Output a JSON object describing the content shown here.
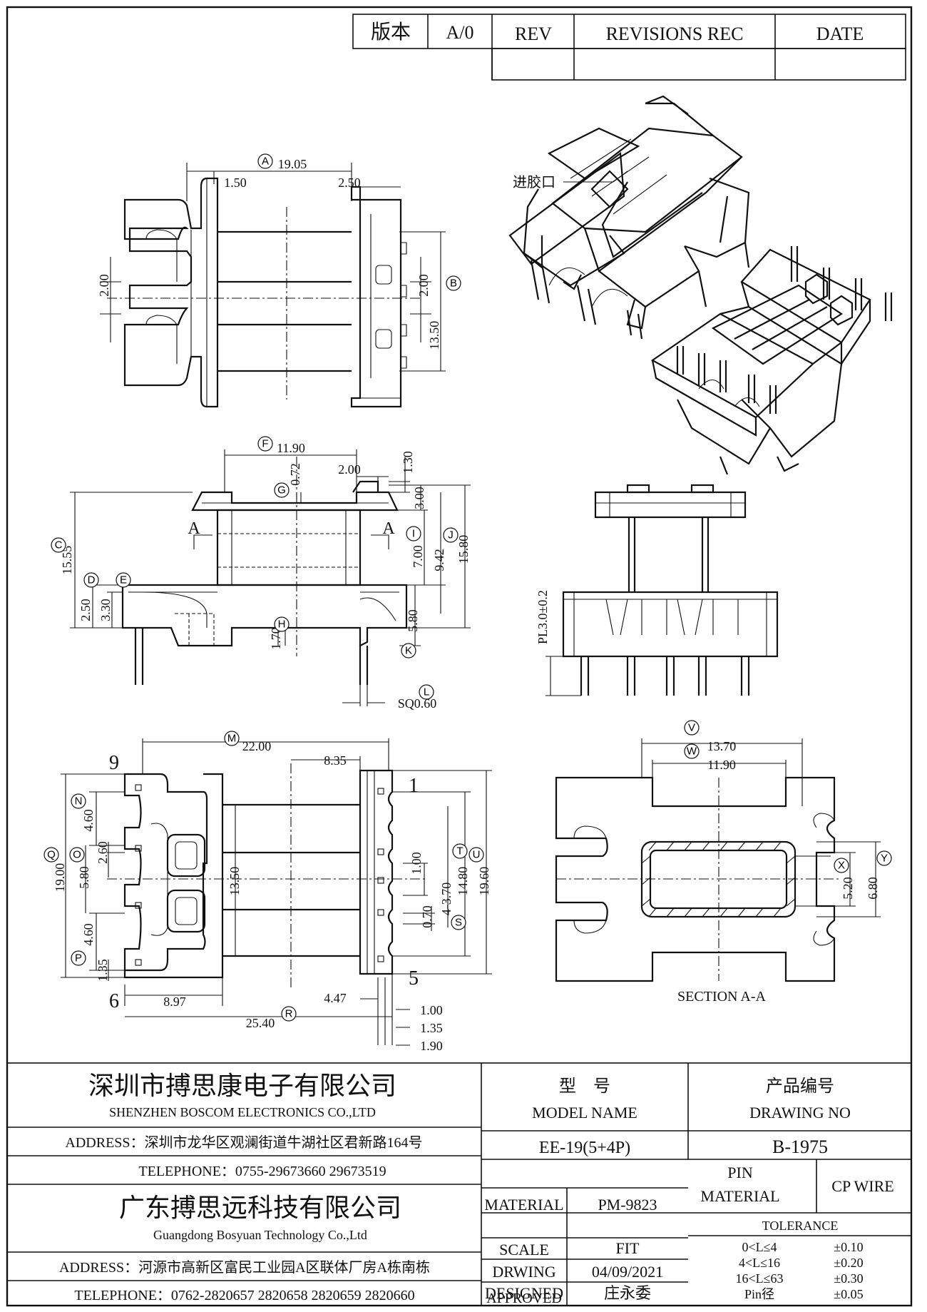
{
  "revision_block": {
    "version_label": "版本",
    "version_value": "A/0",
    "rev_header": "REV",
    "revisions_header": "REVISIONS REC",
    "date_header": "DATE"
  },
  "views": {
    "top": {
      "dims": {
        "A": "19.05",
        "left_offset": "1.50",
        "right_offset": "2.50",
        "left_gap": "2.00",
        "right_gap": "2.00",
        "B": "13.50"
      }
    },
    "iso": {
      "gate_label": "进胶口"
    },
    "front": {
      "dims": {
        "F": "11.90",
        "G": "0.72",
        "top_w": "2.00",
        "top_h": "1.30",
        "flange_h": "3.00",
        "I": "7.00",
        "J_mid": "9.42",
        "J": "15.80",
        "C": "15.55",
        "D": "2.50",
        "E": "3.30",
        "H": "1.70",
        "K": "5.80",
        "L": "SQ0.60"
      },
      "section_left": "A",
      "section_right": "A"
    },
    "side": {
      "pin_len": "PL3.0±0.2"
    },
    "bottom": {
      "dims": {
        "M": "22.00",
        "right_w": "8.35",
        "N": "4.60",
        "O": "2.60",
        "Q": "19.00",
        "O2": "5.80",
        "center": "13.50",
        "P": "4.60",
        "P2": "1.35",
        "T": "14.80",
        "outer": "19.60",
        "pitch1": "1.00",
        "S1": "4-3.70",
        "S2": "0.70",
        "bottom_left": "8.97",
        "R": "25.40",
        "pin_off": "4.47",
        "p1": "1.00",
        "p2": "1.35",
        "p3": "1.90"
      },
      "pin_labels": {
        "nine": "9",
        "one": "1",
        "six": "6",
        "five": "5"
      }
    },
    "section": {
      "dims": {
        "V": "13.70",
        "W": "11.90",
        "X": "5.20",
        "Y": "6.80"
      },
      "caption": "SECTION A-A"
    }
  },
  "title_block": {
    "company1_cn": "深圳市搏思康电子有限公司",
    "company1_en": "SHENZHEN BOSCOM ELECTRONICS CO.,LTD",
    "address1": "ADDRESS：深圳市龙华区观澜街道牛湖社区君新路164号",
    "telephone1": "TELEPHONE：0755-29673660 29673519",
    "company2_cn": "广东搏思远科技有限公司",
    "company2_en": "Guangdong Bosyuan Technology Co.,Ltd",
    "address2": "ADDRESS：河源市高新区富民工业园A区联体厂房A栋南栋",
    "telephone2": "TELEPHONE：0762-2820657 2820658 2820659 2820660",
    "model_cn": "型    号",
    "model_en": "MODEL NAME",
    "model_value": "EE-19(5+4P)",
    "drawing_cn": "产品编号",
    "drawing_en": "DRAWING NO",
    "drawing_value": "B-1975",
    "material_label": "MATERIAL",
    "material_value": "PM-9823",
    "pin_material_label1": "PIN",
    "pin_material_label2": "MATERIAL",
    "pin_material_value": "CP WIRE",
    "scale_label": "SCALE",
    "scale_value": "FIT",
    "drawing_label": "DRWING",
    "drawing_date": "04/09/2021",
    "designed_label": "DESIGNED",
    "designed_value": "庄永委",
    "approved_label": "APPROVED",
    "tolerance_header": "TOLERANCE",
    "tolerances": [
      {
        "range": "0<L≤4",
        "value": "±0.10"
      },
      {
        "range": "4<L≤16",
        "value": "±0.20"
      },
      {
        "range": "16<L≤63",
        "value": "±0.30"
      },
      {
        "range": "Pin径",
        "value": "±0.05"
      }
    ]
  }
}
